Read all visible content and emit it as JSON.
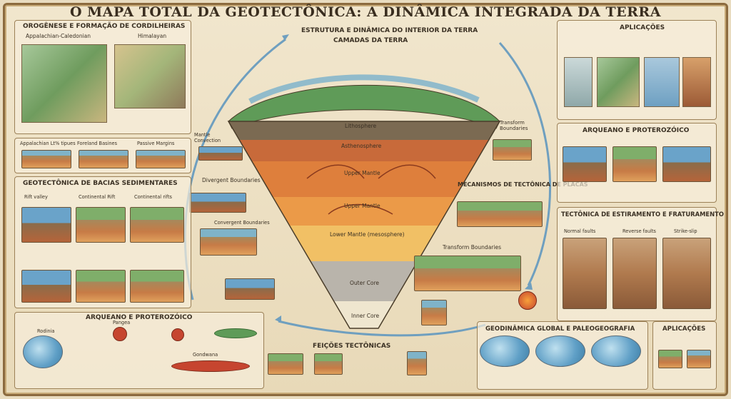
{
  "title": "O MAPA TOTAL DA GEOTECTÔNICA: A DINÂMICA INTEGRADA DA TERRA",
  "center": {
    "title": "ESTRUTURA E DINÂMICA DO INTERIOR DA TERRA",
    "subtitle": "CAMADAS DA TERRA",
    "layers": [
      "Lithosphere",
      "Asthenosphere",
      "Upper Mantle",
      "Upper Mantle",
      "Lower Mantle (mesosphere)",
      "Outer Core",
      "Inner Core"
    ]
  },
  "orogenese": {
    "title": "OROGÊNESE E FORMAÇÃO DE CORDILHEIRAS",
    "label_a": "Appalachian-Caledonian",
    "label_b": "Himalayan",
    "strip": [
      "Appalachian Lt% tipues",
      "Foreland Basines",
      "Passive Margins"
    ]
  },
  "bacias": {
    "title": "GEOTECTÔNICA DE BACIAS SEDIMENTARES",
    "labels": [
      "Rift valley",
      "Continental Rift",
      "Continental rifts"
    ]
  },
  "plates": {
    "mantle_convection": "Mantle Convection",
    "divergent": "Divergent Boundaries",
    "convergent": "Convergent Boundaries",
    "transform": "Transform Boundaries",
    "transform_right": "Transform Boundaries",
    "mecanismos": "MECANISMOS DE TECTÔNICA DE PLACAS"
  },
  "aplicacoes_top": {
    "title": "APLICAÇÕES"
  },
  "arqueano_right": {
    "title": "ARQUEANO E PROTEROZÓICO"
  },
  "estiramento": {
    "title": "TECTÔNICA DE ESTIRAMENTO E FRATURAMENTO",
    "labels": [
      "Normal faults",
      "Reverse faults",
      "Strike-slip"
    ]
  },
  "arqueano_bottom": {
    "title": "ARQUEANO E PROTEROZÓICO",
    "labels": [
      "Rodinia",
      "Pangea",
      "Gondwana"
    ]
  },
  "feicoes": {
    "title": "FEIÇÕES TECTÔNICAS"
  },
  "geodinamica": {
    "title": "GEODINÂMICA GLOBAL E PALEOGEOGRAFIA"
  },
  "aplicacoes_bottom": {
    "title": "APLICAÇÕES"
  }
}
